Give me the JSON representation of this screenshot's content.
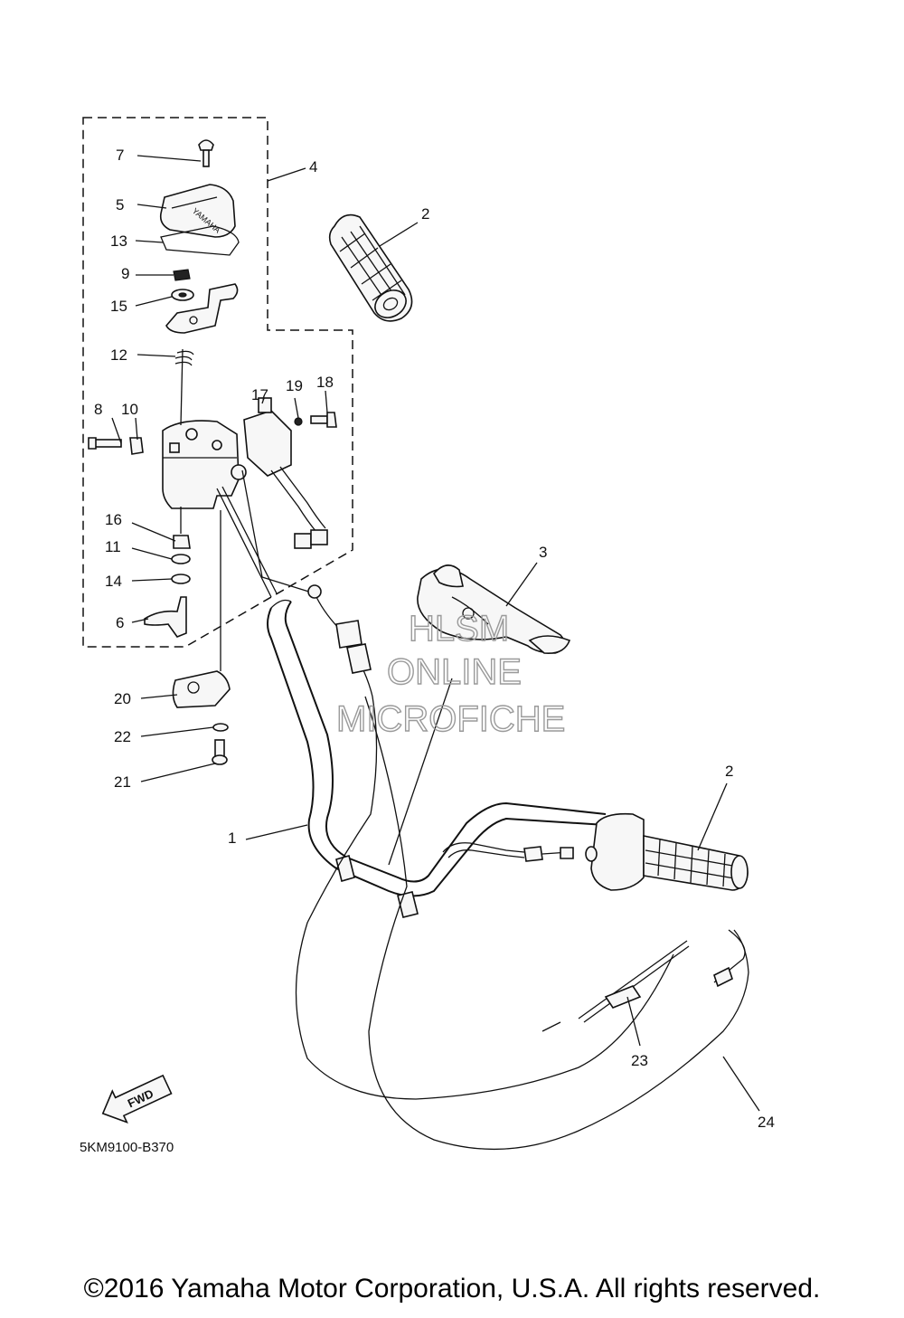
{
  "labels": {
    "p1": "1",
    "p2a": "2",
    "p2b": "2",
    "p3": "3",
    "p4": "4",
    "p5": "5",
    "p6": "6",
    "p7": "7",
    "p8": "8",
    "p9": "9",
    "p10": "10",
    "p11": "11",
    "p12": "12",
    "p13": "13",
    "p14": "14",
    "p15": "15",
    "p16": "16",
    "p17": "17",
    "p18": "18",
    "p19": "19",
    "p20": "20",
    "p21": "21",
    "p22": "22",
    "p23": "23",
    "p24": "24"
  },
  "fwd_label": "FWD",
  "diagram_code": "5KM9100-B370",
  "watermark": {
    "line1": "HLSM",
    "line2": "ONLINE",
    "line3": "MICROFICHE"
  },
  "copyright": "©2016 Yamaha Motor Corporation, U.S.A. All rights reserved."
}
